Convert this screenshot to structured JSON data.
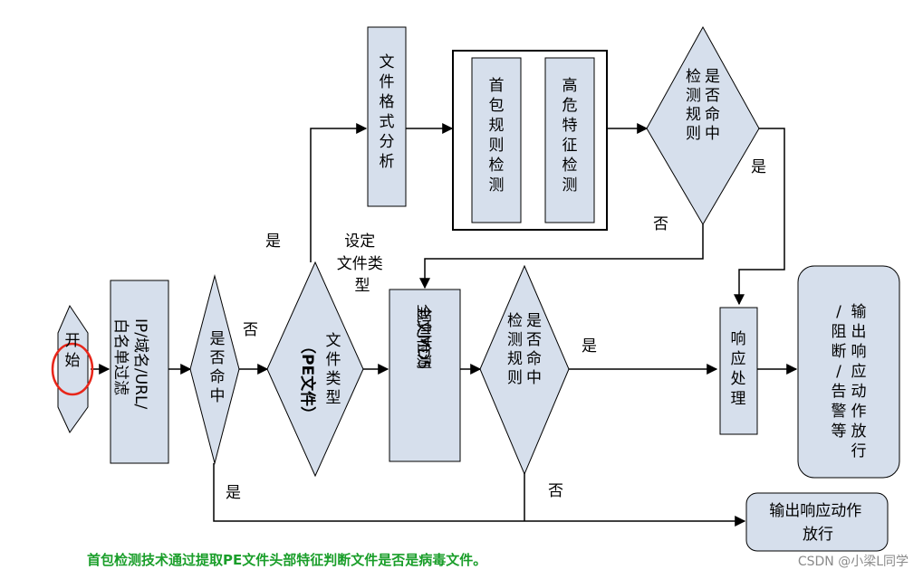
{
  "nodes": {
    "start": "开始",
    "filter": "IP/域名/URL/白名单过滤",
    "hit1": "是否命中",
    "filetype": "文件类型（PE文件）",
    "format": "文件格式分析",
    "header_rule": "首包规则检测",
    "risk_feature": "高危特征检测",
    "rule_hit_top": "是否命中检测规则",
    "md5": "全文MD5规则检测",
    "rule_hit_mid": "是否命中检测规则",
    "response": "响应处理",
    "output_big": "输出响应动作放行/阻断/告警等",
    "output_small": "输出响应动作放行"
  },
  "edges": {
    "yes": "是",
    "no": "否",
    "set_type": "设定文件类型"
  },
  "caption": "首包检测技术通过提取PE文件头部特征判断文件是否是病毒文件。",
  "watermark": "CSDN @小梁L同学"
}
